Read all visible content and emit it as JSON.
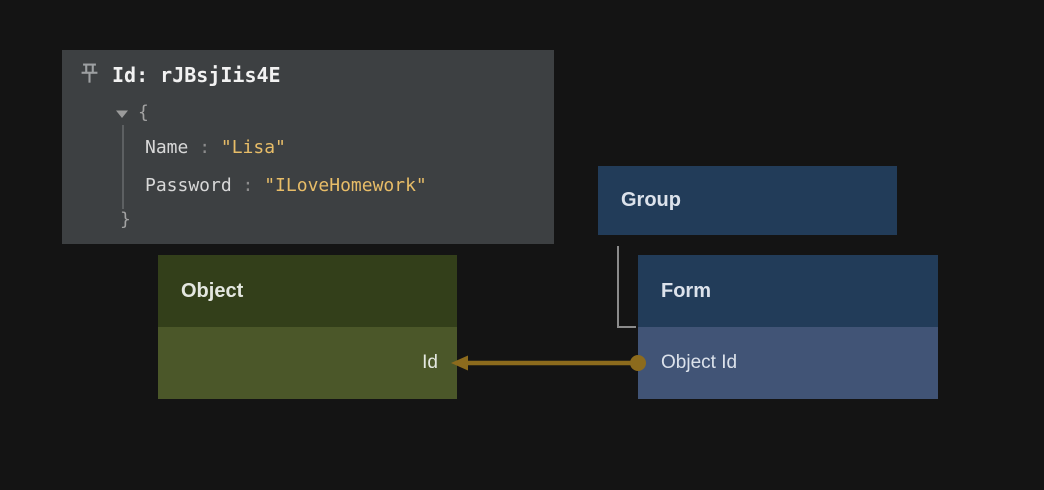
{
  "tooltip": {
    "title": "Id: rJBsjIis4E",
    "open_brace": "{",
    "close_brace": "}",
    "fields": [
      {
        "key": "Name",
        "sep": " : ",
        "value": "\"Lisa\""
      },
      {
        "key": "Password",
        "sep": " : ",
        "value": "\"ILoveHomework\""
      }
    ]
  },
  "nodes": {
    "object": {
      "title": "Object",
      "fields": [
        "Id"
      ]
    },
    "group": {
      "title": "Group"
    },
    "form": {
      "title": "Form",
      "fields": [
        "Object Id"
      ]
    }
  },
  "colors": {
    "canvas_bg": "#141414",
    "panel_bg": "#3d4042",
    "json_string": "#e8bd68",
    "object_header": "#333f1a",
    "object_row": "#4b5729",
    "blue_header": "#223c59",
    "blue_row": "#415476",
    "reference_edge": "#8c6b1d",
    "hierarchy_line": "#8b8b8b"
  }
}
